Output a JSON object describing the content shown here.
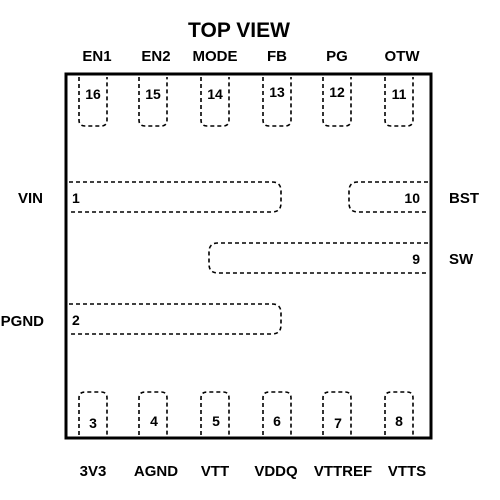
{
  "title": "TOP VIEW",
  "pins": {
    "p16": {
      "number": "16",
      "name": "EN1"
    },
    "p15": {
      "number": "15",
      "name": "EN2"
    },
    "p14": {
      "number": "14",
      "name": "MODE"
    },
    "p13": {
      "number": "13",
      "name": "FB"
    },
    "p12": {
      "number": "12",
      "name": "PG"
    },
    "p11": {
      "number": "11",
      "name": "OTW"
    },
    "p1": {
      "number": "1",
      "name": "VIN"
    },
    "p10": {
      "number": "10",
      "name": "BST"
    },
    "p9": {
      "number": "9",
      "name": "SW"
    },
    "p2": {
      "number": "2",
      "name": "PGND"
    },
    "p3": {
      "number": "3",
      "name": "3V3"
    },
    "p4": {
      "number": "4",
      "name": "AGND"
    },
    "p5": {
      "number": "5",
      "name": "VTT"
    },
    "p6": {
      "number": "6",
      "name": "VDDQ"
    },
    "p7": {
      "number": "7",
      "name": "VTTREF"
    },
    "p8": {
      "number": "8",
      "name": "VTTS"
    }
  }
}
